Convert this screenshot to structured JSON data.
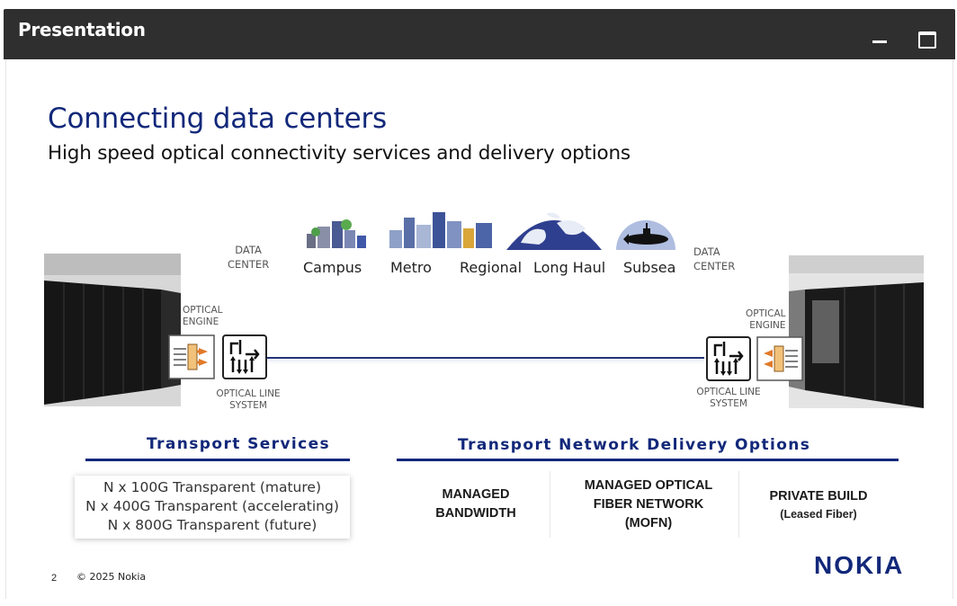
{
  "window": {
    "title": "Presentation"
  },
  "slide": {
    "title": "Connecting data centers",
    "subtitle": "High speed optical connectivity services and delivery options",
    "data_center_label_left": [
      "DATA",
      "CENTER"
    ],
    "data_center_label_right": [
      "DATA",
      "CENTER"
    ],
    "categories": [
      "Campus",
      "Metro",
      "Regional",
      "Long Haul",
      "Subsea"
    ],
    "optical_engine_left": [
      "OPTICAL",
      "ENGINE"
    ],
    "optical_engine_right": [
      "OPTICAL",
      "ENGINE"
    ],
    "ols_left": [
      "OPTICAL LINE",
      "SYSTEM"
    ],
    "ols_right": [
      "OPTICAL LINE",
      "SYSTEM"
    ],
    "transport_services": {
      "heading": "Transport Services",
      "items": [
        "N x 100G Transparent (mature)",
        "N x 400G Transparent (accelerating)",
        "N x 800G Transparent (future)"
      ]
    },
    "delivery_options": {
      "heading": "Transport Network Delivery Options",
      "options": [
        {
          "lines": [
            "MANAGED",
            "BANDWIDTH"
          ],
          "sub": ""
        },
        {
          "lines": [
            "MANAGED OPTICAL",
            "FIBER NETWORK",
            "(MOFN)"
          ],
          "sub": ""
        },
        {
          "lines": [
            "PRIVATE BUILD"
          ],
          "sub": "(Leased Fiber)"
        }
      ]
    },
    "footer": {
      "page_number": "2",
      "copyright": "© 2025 Nokia",
      "logo_text": "NOKIA"
    },
    "colors": {
      "brand_blue": "#12287a",
      "titlebar": "#2f2f2f",
      "accent_orange": "#e07a2a"
    },
    "icons": [
      "minimize-icon",
      "maximize-icon",
      "campus-skyline-icon",
      "metro-skyline-icon",
      "regional-skyline-icon",
      "globe-icon",
      "submarine-icon",
      "optical-engine-icon",
      "optical-line-system-icon",
      "data-center-racks-image"
    ]
  }
}
